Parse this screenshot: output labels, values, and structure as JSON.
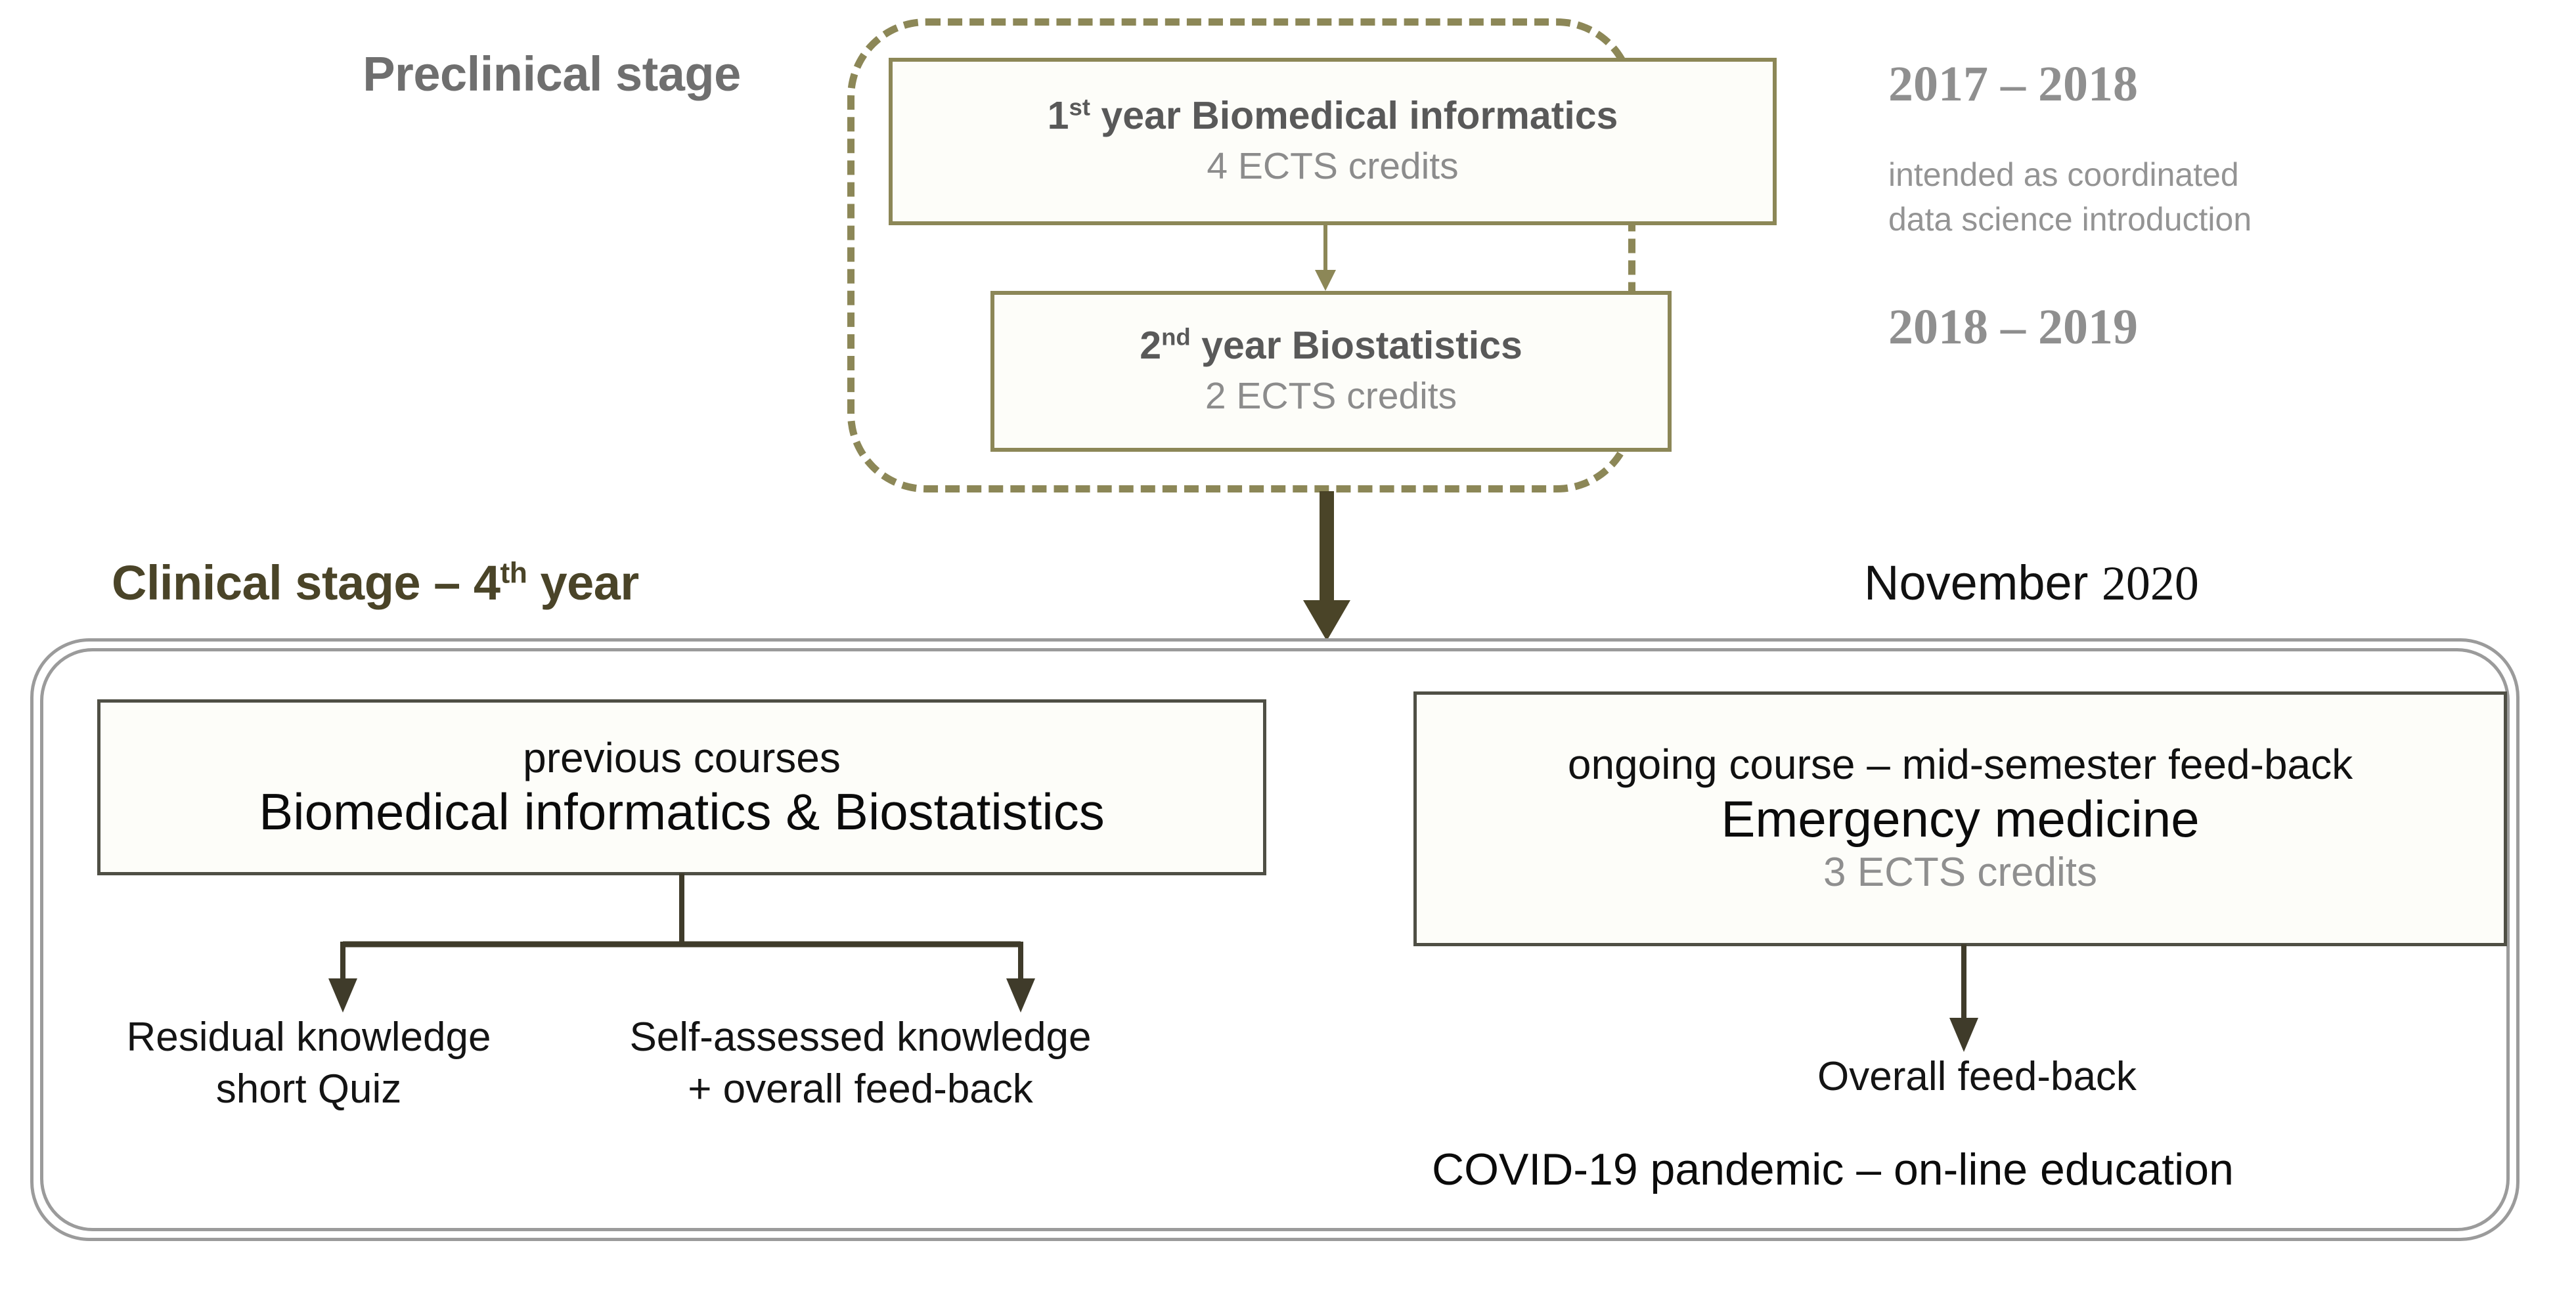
{
  "headings": {
    "preclinical": "Preclinical stage",
    "clinical_prefix": "Clinical stage – 4",
    "clinical_sup": "th",
    "clinical_suffix": " year"
  },
  "annotations": {
    "year_2017_2018": "2017 – 2018",
    "year_2018_2019": "2018 – 2019",
    "intended_line1": "intended as coordinated",
    "intended_line2": "data science introduction",
    "november_month": "November ",
    "november_year": "2020"
  },
  "preclinical": {
    "box1": {
      "title_prefix": "1",
      "title_sup": "st",
      "title_suffix": " year Biomedical informatics",
      "credits": "4 ECTS credits"
    },
    "box2": {
      "title_prefix": "2",
      "title_sup": "nd",
      "title_suffix": " year Biostatistics",
      "credits": "2 ECTS credits"
    }
  },
  "clinical": {
    "left_box": {
      "line1": "previous courses",
      "line2": "Biomedical informatics & Biostatistics"
    },
    "right_box": {
      "line1": "ongoing course – mid-semester feed-back",
      "line2": "Emergency medicine",
      "line3": "3 ECTS credits"
    },
    "leaves": {
      "residual_line1": "Residual knowledge",
      "residual_line2": "short Quiz",
      "self_assessed_line1": "Self-assessed knowledge",
      "self_assessed_line2": "+ overall feed-back",
      "overall_feedback": "Overall feed-back"
    },
    "covid_note": "COVID-19 pandemic – on-line education"
  },
  "colors": {
    "olive": "#8c8757",
    "olive_dark": "#4a4428",
    "gray_heading": "#6f6f6f",
    "gray_border": "#9b9b9b",
    "dark_box_border": "#4f4f45",
    "muted_text": "#8f8f8f"
  }
}
